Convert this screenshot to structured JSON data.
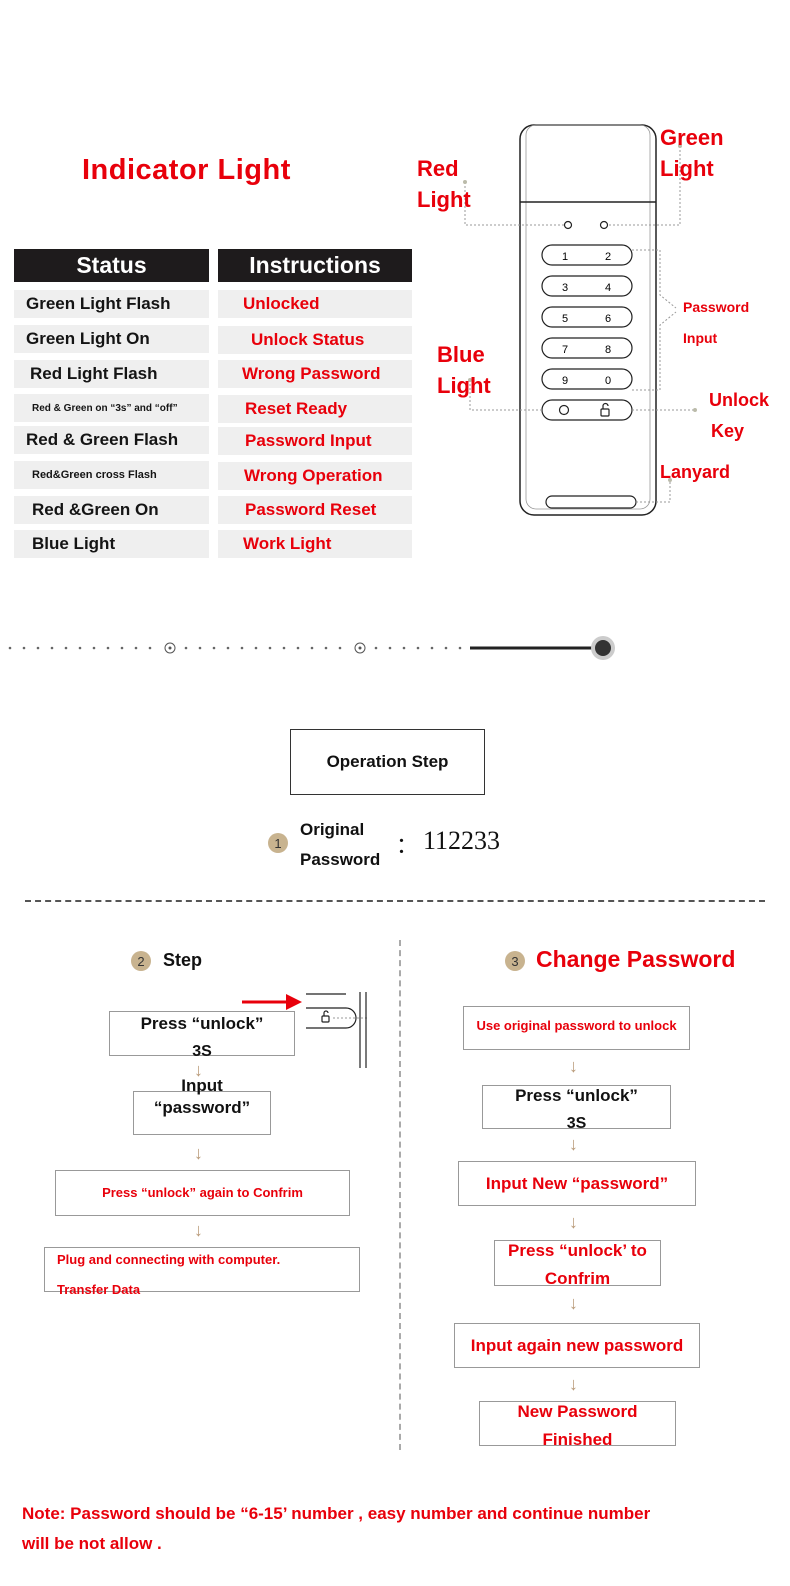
{
  "indicator": {
    "title": "Indicator Light",
    "header_status": "Status",
    "header_instructions": "Instructions",
    "rows": [
      {
        "status": "Green Light Flash",
        "instruction": "Unlocked"
      },
      {
        "status": "Green Light On",
        "instruction": "Unlock Status"
      },
      {
        "status": "Red Light Flash",
        "instruction": "Wrong Password"
      },
      {
        "status": "Red & Green on “3s” and “off”",
        "instruction": "Reset Ready"
      },
      {
        "status": "Red & Green Flash",
        "instruction": "Password Input"
      },
      {
        "status": "Red&Green cross Flash",
        "instruction": "Wrong Operation"
      },
      {
        "status": "Red &Green On",
        "instruction": "Password Reset"
      },
      {
        "status": "Blue Light",
        "instruction": "Work Light"
      }
    ]
  },
  "device": {
    "labels": {
      "red_light_1": "Red",
      "red_light_2": "Light",
      "green_light_1": "Green",
      "green_light_2": "Light",
      "blue_light_1": "Blue",
      "blue_light_2": "Light",
      "password_input_1": "Password",
      "password_input_2": "Input",
      "unlock_key_1": "Unlock",
      "unlock_key_2": "Key",
      "lanyard": "Lanyard"
    },
    "keys": [
      [
        "1",
        "2"
      ],
      [
        "3",
        "4"
      ],
      [
        "5",
        "6"
      ],
      [
        "7",
        "8"
      ],
      [
        "9",
        "0"
      ]
    ]
  },
  "operation": {
    "title": "Operation Step",
    "step1_num": "1",
    "step1_label_1": "Original",
    "step1_label_2": "Password",
    "step1_colon": "：",
    "step1_value": "112233"
  },
  "step2": {
    "num": "2",
    "title": "Step",
    "box1_line1": "Press “unlock”",
    "box1_line2": "3S",
    "box2_line1": "Input",
    "box2_line2": "“password”",
    "box3": "Press “unlock” again to Confrim",
    "box4_line1": "Plug and connecting  with computer.",
    "box4_line2": "Transfer Data"
  },
  "step3": {
    "num": "3",
    "title": "Change Password",
    "box1": "Use original password to unlock",
    "box2_line1": "Press “unlock”",
    "box2_line2": "3S",
    "box3": "Input New “password”",
    "box4_line1": "Press “unlock’ to",
    "box4_line2": "Confrim",
    "box5": "Input again new password",
    "box6_line1": "New Password",
    "box6_line2": "Finished"
  },
  "note": {
    "line1": "Note: Password should be “6-15’ number , easy number and continue number",
    "line2": "will be not allow ."
  },
  "colors": {
    "accent_red": "#e8000b",
    "header_dark": "#1e1b1c",
    "row_gray": "#efefef",
    "step_circle": "#c8b38f"
  }
}
